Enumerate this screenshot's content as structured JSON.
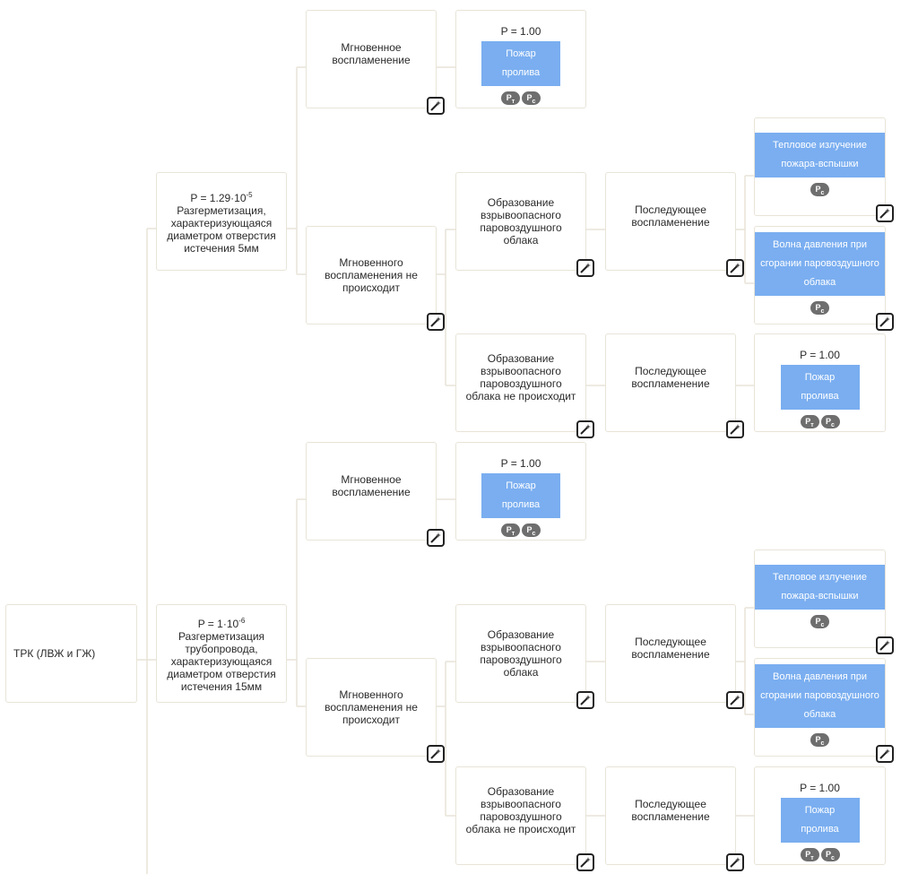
{
  "root": {
    "label": "ТРК (ЛВЖ и ГЖ)"
  },
  "tree": {
    "branch_a": {
      "prob": "P = 1.29·10",
      "prob_exp": "-5",
      "label": "Разгерметизация, характеризующаяся диаметром отверстия истечения 5мм",
      "instant": "Мгновенное воспламенение",
      "no_instant": "Мгновенного воспламенения не происходит",
      "cloud": "Образование взрывоопасного паровоздушного облака",
      "no_cloud": "Образование взрывоопасного паровоздушного облака не происходит",
      "ignite_1": "Последующее воспламенение",
      "ignite_2": "Последующее воспламенение"
    },
    "branch_b": {
      "prob": "P = 1·10",
      "prob_exp": "-6",
      "label": "Разгерметизация трубопровода, характеризующаяся диаметром отверстия истечения 15мм",
      "instant": "Мгновенное воспламенение",
      "no_instant": "Мгновенного воспламенения не происходит",
      "cloud": "Образование взрывоопасного паровоздушного облака",
      "no_cloud": "Образование взрывоопасного паровоздушного облака не происходит",
      "ignite_1": "Последующее воспламенение",
      "ignite_2": "Последующее воспламенение"
    }
  },
  "outcomes": {
    "pool_fire": "Пожар пролива",
    "flash_fire": "Тепловое излучение пожара-вспышки",
    "pressure_wave": "Волна давления при сгорании паровоздушного облака",
    "prob_one": "P = 1.00"
  },
  "badges": {
    "p_main": "P",
    "sub_t": "т",
    "sub_c": "с"
  },
  "colors": {
    "outcome_fill": "#7aaef0",
    "badge_fill": "#6e6e6e",
    "node_border": "#e8e4d8",
    "connector": "#e8e4d8"
  },
  "icons": {
    "node_action": "magic-wand-icon"
  }
}
